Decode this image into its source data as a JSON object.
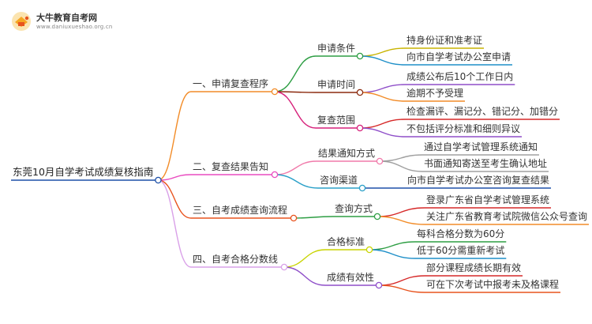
{
  "site": {
    "name": "大牛教育自考网",
    "url": "www.daniuxueshao.org.cn"
  },
  "root": "东莞10月自学考试成绩复核指南",
  "branches": [
    {
      "label": "一、申请复查程序",
      "color": "#f28c28",
      "subs": [
        {
          "label": "申请条件",
          "color": "#2e9e44",
          "leaves": [
            {
              "label": "持身份证和准考证",
              "color": "#c8b400"
            },
            {
              "label": "向市自学考试办公室申请",
              "color": "#1e8fc8"
            }
          ]
        },
        {
          "label": "申请时间",
          "color": "#8b2a0e",
          "leaves": [
            {
              "label": "成绩公布后10个工作日内",
              "color": "#8f4fc9"
            },
            {
              "label": "逾期不予受理",
              "color": "#f28c28"
            }
          ]
        },
        {
          "label": "复查范围",
          "color": "#d6207a",
          "leaves": [
            {
              "label": "检查漏评、漏记分、错记分、加错分",
              "color": "#d62828"
            },
            {
              "label": "不包括评分标准和细则异议",
              "color": "#8f4fc9"
            }
          ]
        }
      ]
    },
    {
      "label": "二、复查结果告知",
      "color": "#e94cc0",
      "subs": [
        {
          "label": "结果通知方式",
          "color": "#f07aaa",
          "leaves": [
            {
              "label": "通过自学考试管理系统通知",
              "color": "#a0a0a0"
            },
            {
              "label": "书面通知寄送至考生确认地址",
              "color": "#a0a0a0"
            }
          ]
        },
        {
          "label": "咨询渠道",
          "color": "#2aa0c8",
          "leaves": [
            {
              "label": "向市自学考试办公室咨询复查结果",
              "color": "#1e50a8"
            }
          ]
        }
      ]
    },
    {
      "label": "三、自考成绩查询流程",
      "color": "#e8531e",
      "subs": [
        {
          "label": "查询方式",
          "color": "#2e9e44",
          "leaves": [
            {
              "label": "登录广东省自学考试管理系统",
              "color": "#d62828"
            },
            {
              "label": "关注广东省教育考试院微信公众号查询",
              "color": "#f28c28"
            }
          ]
        }
      ]
    },
    {
      "label": "四、自考合格分数线",
      "color": "#d9a0e8",
      "subs": [
        {
          "label": "合格标准",
          "color": "#c8d400",
          "leaves": [
            {
              "label": "每科合格分数为60分",
              "color": "#2e9e44"
            },
            {
              "label": "低于60分需重新考试",
              "color": "#1e8fc8"
            }
          ]
        },
        {
          "label": "成绩有效性",
          "color": "#8f4fc9",
          "leaves": [
            {
              "label": "部分课程成绩长期有效",
              "color": "#d62828"
            },
            {
              "label": "可在下次考试中报考未及格课程",
              "color": "#e8531e"
            }
          ]
        }
      ]
    }
  ],
  "root_color": "#1e50a8"
}
